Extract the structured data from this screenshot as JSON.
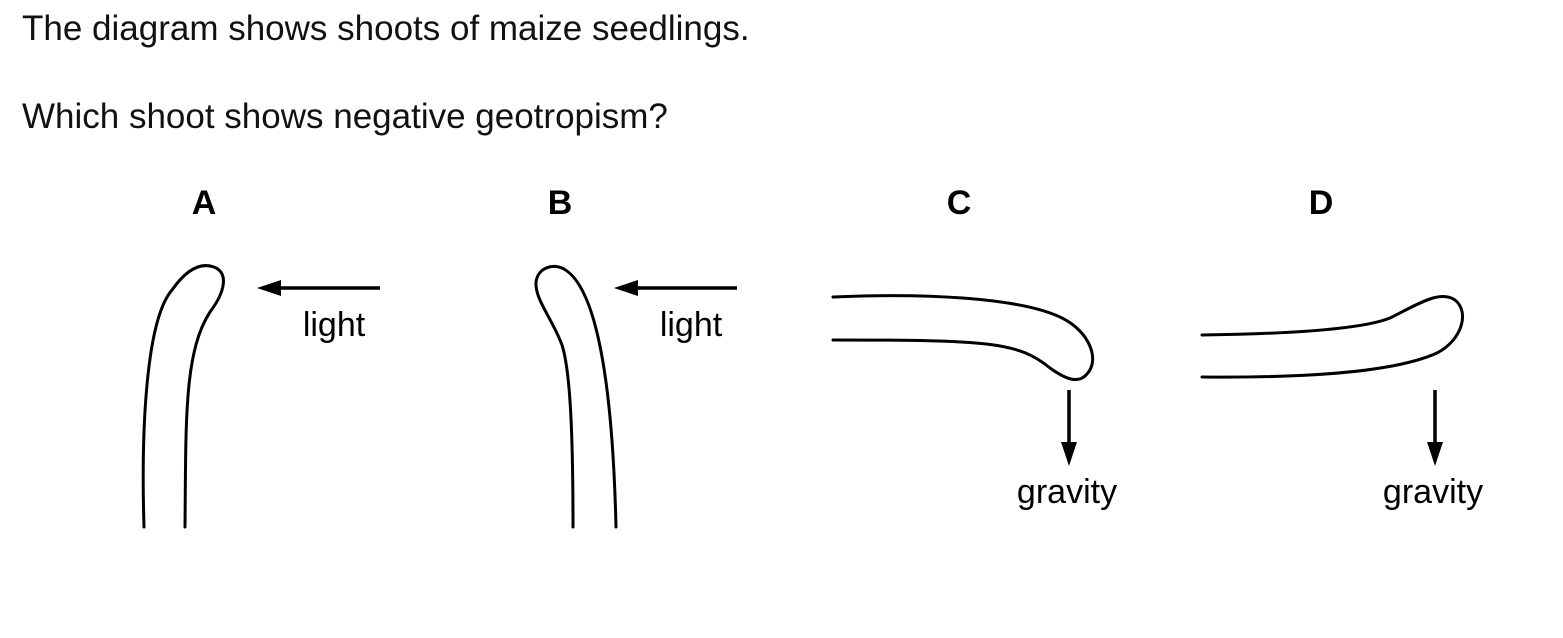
{
  "question": {
    "intro": "The diagram shows shoots of maize seedlings.",
    "prompt": "Which shoot shows negative geotropism?"
  },
  "options": [
    {
      "letter": "A",
      "stimulus": "light",
      "arrow": "left"
    },
    {
      "letter": "B",
      "stimulus": "light",
      "arrow": "left"
    },
    {
      "letter": "C",
      "stimulus": "gravity",
      "arrow": "down"
    },
    {
      "letter": "D",
      "stimulus": "gravity",
      "arrow": "down"
    }
  ]
}
